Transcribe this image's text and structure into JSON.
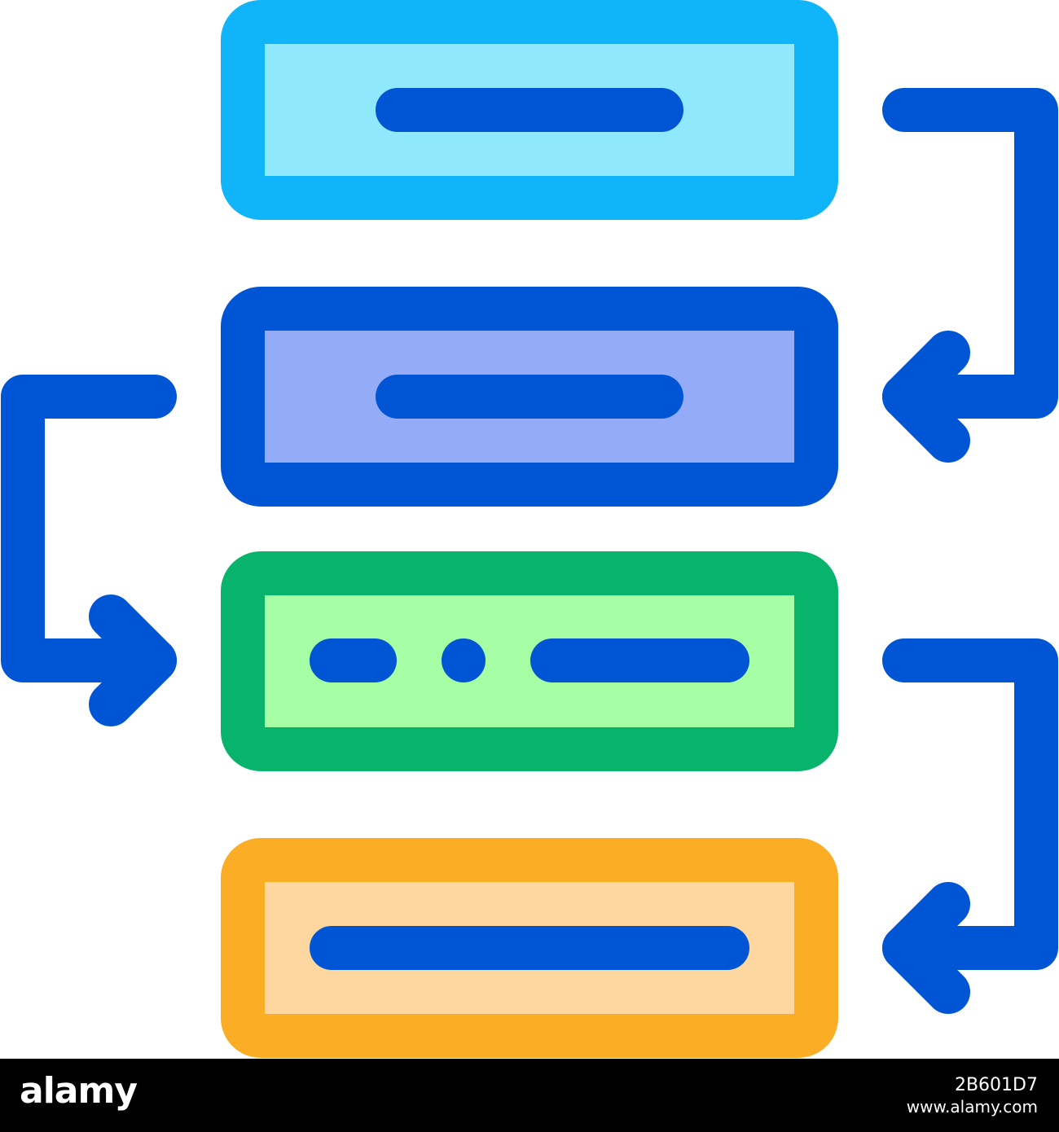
{
  "colors": {
    "line": "#0055d4",
    "background": "#ffffff",
    "footer_background": "#000000",
    "footer_text": "#ffffff"
  },
  "blocks": [
    {
      "name": "block-1-sky-blue",
      "stroke": "#10b4f8",
      "fill": "#8fe8fb",
      "content": "single-line"
    },
    {
      "name": "block-2-indigo",
      "stroke": "#0055d4",
      "fill": "#94acf7",
      "content": "single-line"
    },
    {
      "name": "block-3-green",
      "stroke": "#08b46c",
      "fill": "#a6ffa4",
      "content": "dash-dot-line"
    },
    {
      "name": "block-4-orange",
      "stroke": "#fbad26",
      "fill": "#fdd6a0",
      "content": "long-line"
    }
  ],
  "connectors": [
    {
      "name": "arrow-block1-to-block2",
      "from": "block-1-sky-blue",
      "to": "block-2-indigo",
      "side": "right"
    },
    {
      "name": "arrow-block2-to-block3",
      "from": "block-2-indigo",
      "to": "block-3-green",
      "side": "left"
    },
    {
      "name": "arrow-block3-to-block4",
      "from": "block-3-green",
      "to": "block-4-orange",
      "side": "right"
    }
  ],
  "watermark": {
    "brand": "alamy",
    "image_id": "2B601D7",
    "site": "www.alamy.com"
  }
}
